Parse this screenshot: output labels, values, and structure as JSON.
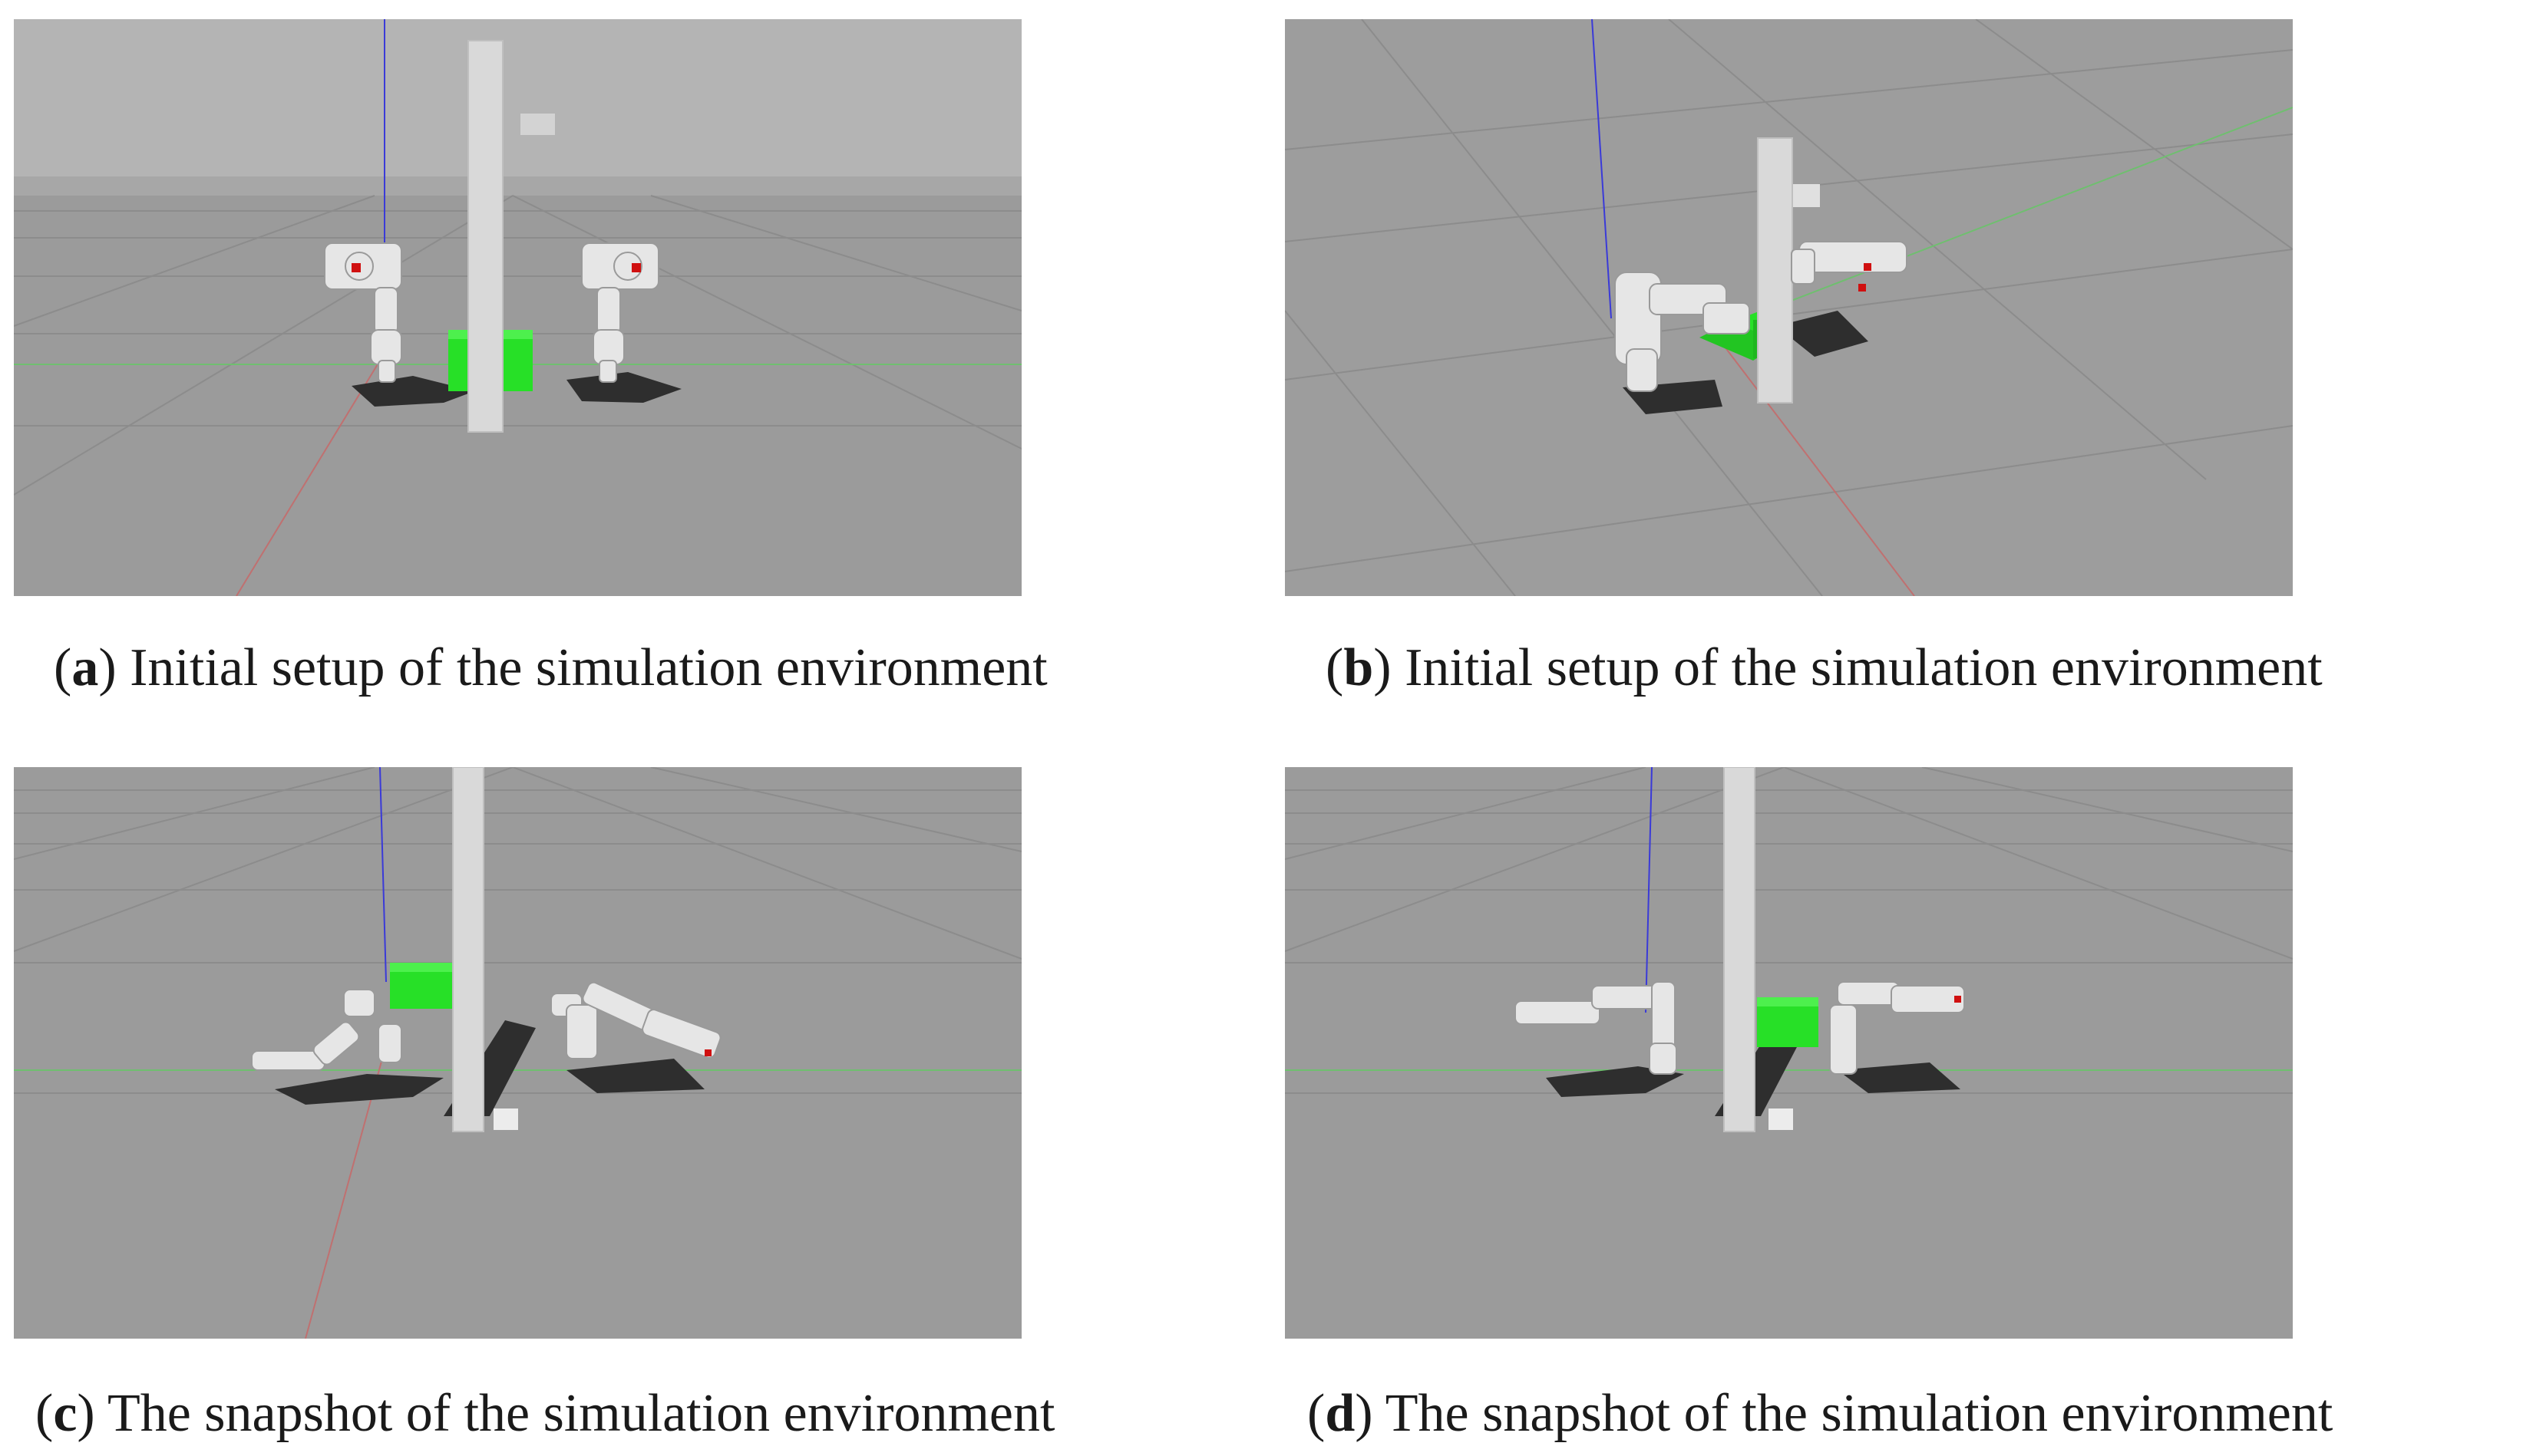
{
  "figure": {
    "panels": [
      {
        "id": "a",
        "label": "a",
        "caption": "Initial setup of the simulation environment"
      },
      {
        "id": "b",
        "label": "b",
        "caption": "Initial setup of the simulation environment"
      },
      {
        "id": "c",
        "label": "c",
        "caption": "The snapshot of the simulation environment"
      },
      {
        "id": "d",
        "label": "d",
        "caption": "The snapshot of the simulation environment"
      }
    ]
  },
  "colors": {
    "ground": "#9b9b9b",
    "sky": "#b4b4b4",
    "grid_line": "#8a8a8a",
    "pillar": "#d9d9d9",
    "box": "#27e027",
    "robot": "#e6e6e6",
    "shadow": "#2e2e2e",
    "axis_x": "#c07070",
    "axis_y": "#6fbf6f",
    "axis_z": "#3a3ad8",
    "marker": "#d01010"
  }
}
